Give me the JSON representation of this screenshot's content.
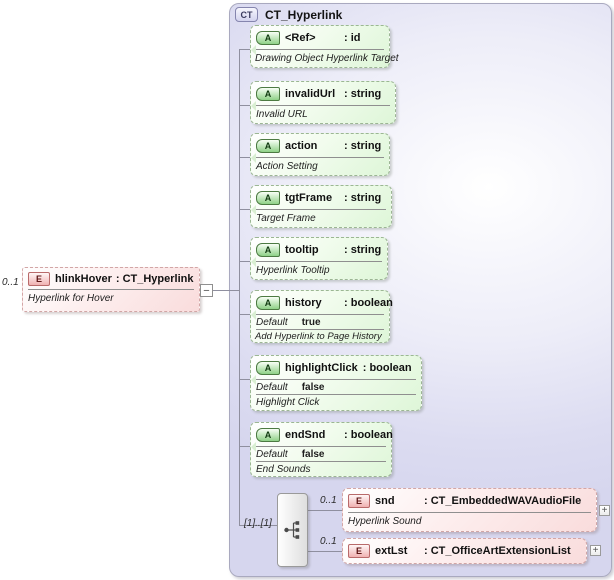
{
  "diagram": {
    "complex_type": {
      "badge": "CT",
      "title": "CT_Hyperlink"
    },
    "root_element": {
      "cardinality": "0..1",
      "icon": "E",
      "name": "hlinkHover",
      "type_label": ": CT_Hyperlink",
      "description": "Hyperlink for Hover",
      "collapse_glyph": "−"
    },
    "attributes": [
      {
        "icon": "A",
        "name": "<Ref>",
        "type_label": ": id",
        "description": "Drawing Object Hyperlink Target"
      },
      {
        "icon": "A",
        "name": "invalidUrl",
        "type_label": ": string",
        "description": "Invalid URL"
      },
      {
        "icon": "A",
        "name": "action",
        "type_label": ": string",
        "description": "Action Setting"
      },
      {
        "icon": "A",
        "name": "tgtFrame",
        "type_label": ": string",
        "description": "Target Frame"
      },
      {
        "icon": "A",
        "name": "tooltip",
        "type_label": ": string",
        "description": "Hyperlink Tooltip"
      },
      {
        "icon": "A",
        "name": "history",
        "type_label": ": boolean",
        "default_label": "Default",
        "default_value": "true",
        "description": "Add Hyperlink to Page History"
      },
      {
        "icon": "A",
        "name": "highlightClick",
        "type_label": ": boolean",
        "default_label": "Default",
        "default_value": "false",
        "description": "Highlight Click"
      },
      {
        "icon": "A",
        "name": "endSnd",
        "type_label": ": boolean",
        "default_label": "Default",
        "default_value": "false",
        "description": "End Sounds"
      }
    ],
    "sequence": {
      "cardinality_label": "[1]..[1]",
      "children": [
        {
          "cardinality": "0..1",
          "icon": "E",
          "name": "snd",
          "type_label": ": CT_EmbeddedWAVAudioFile",
          "description": "Hyperlink Sound",
          "expand_glyph": "+"
        },
        {
          "cardinality": "0..1",
          "icon": "E",
          "name": "extLst",
          "type_label": ": CT_OfficeArtExtensionList",
          "expand_glyph": "+"
        }
      ]
    }
  }
}
